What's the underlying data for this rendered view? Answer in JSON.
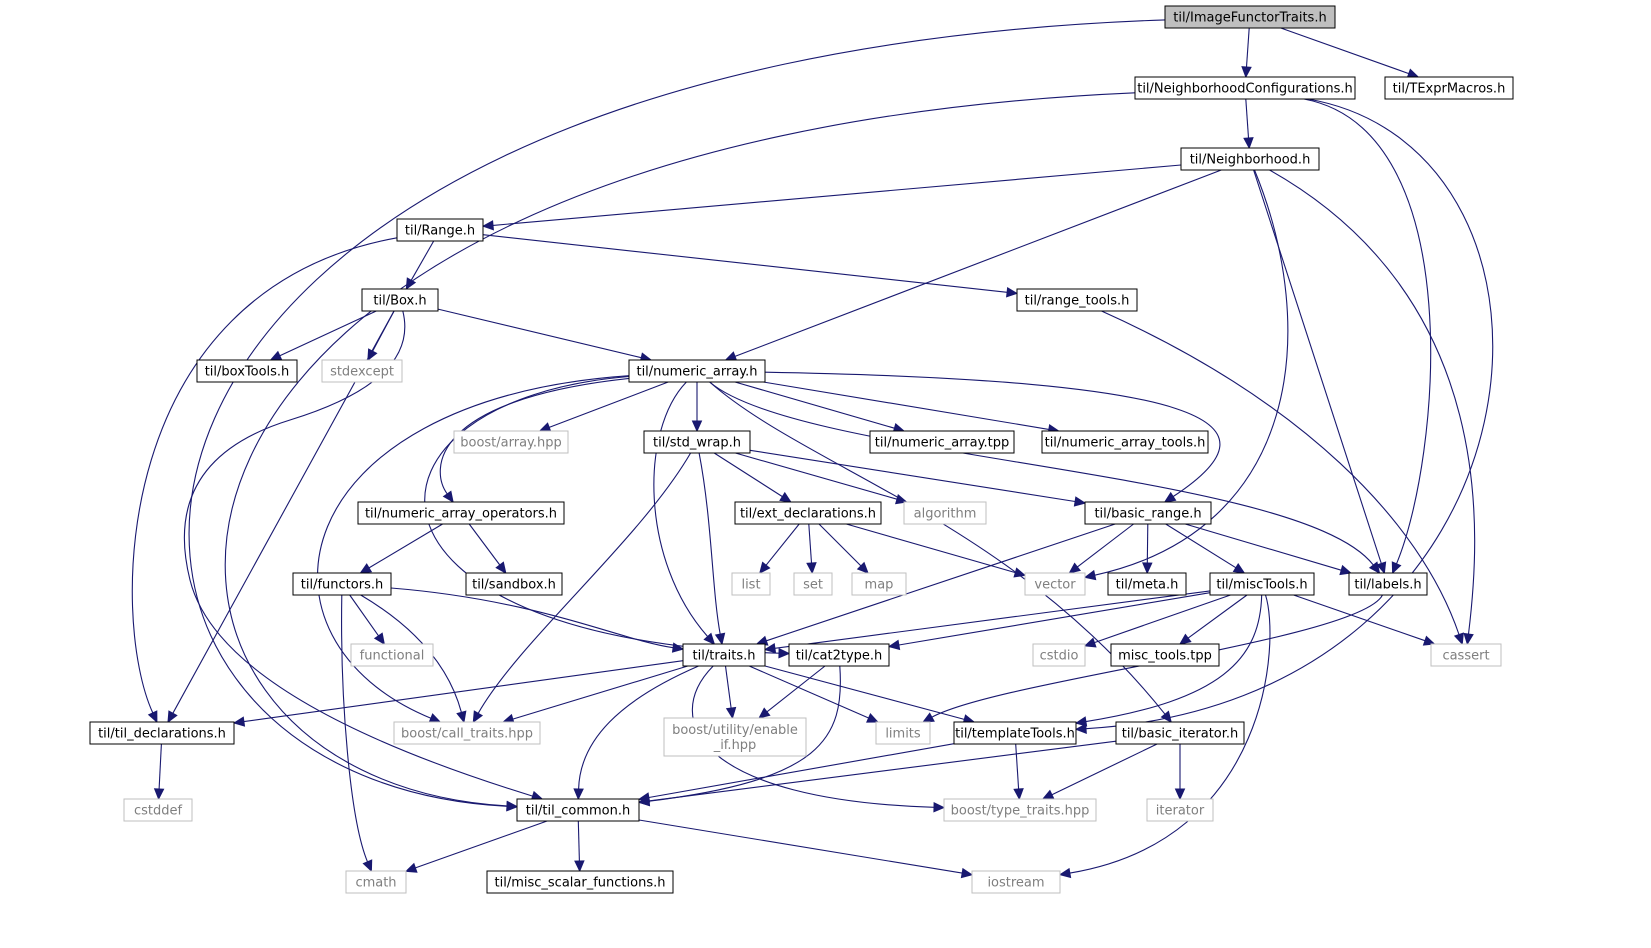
{
  "graph": {
    "title": "",
    "nodes": [
      {
        "id": "root",
        "label": "til/ImageFunctorTraits.h",
        "kind": "root"
      },
      {
        "id": "nbconf",
        "label": "til/NeighborhoodConfigurations.h",
        "kind": "header"
      },
      {
        "id": "texpr",
        "label": "til/TExprMacros.h",
        "kind": "header"
      },
      {
        "id": "nbh",
        "label": "til/Neighborhood.h",
        "kind": "header"
      },
      {
        "id": "range",
        "label": "til/Range.h",
        "kind": "header"
      },
      {
        "id": "box",
        "label": "til/Box.h",
        "kind": "header"
      },
      {
        "id": "rangetools",
        "label": "til/range_tools.h",
        "kind": "header"
      },
      {
        "id": "boxtools",
        "label": "til/boxTools.h",
        "kind": "header"
      },
      {
        "id": "stdexcept",
        "label": "stdexcept",
        "kind": "external"
      },
      {
        "id": "numarr",
        "label": "til/numeric_array.h",
        "kind": "header"
      },
      {
        "id": "boostarray",
        "label": "boost/array.hpp",
        "kind": "external"
      },
      {
        "id": "stdwrap",
        "label": "til/std_wrap.h",
        "kind": "header"
      },
      {
        "id": "numarrtpp",
        "label": "til/numeric_array.tpp",
        "kind": "header"
      },
      {
        "id": "numarrtools",
        "label": "til/numeric_array_tools.h",
        "kind": "header"
      },
      {
        "id": "numarrops",
        "label": "til/numeric_array_operators.h",
        "kind": "header"
      },
      {
        "id": "extdecl",
        "label": "til/ext_declarations.h",
        "kind": "header"
      },
      {
        "id": "algorithm",
        "label": "algorithm",
        "kind": "external"
      },
      {
        "id": "basicrange",
        "label": "til/basic_range.h",
        "kind": "header"
      },
      {
        "id": "functors",
        "label": "til/functors.h",
        "kind": "header"
      },
      {
        "id": "sandbox",
        "label": "til/sandbox.h",
        "kind": "header"
      },
      {
        "id": "list",
        "label": "list",
        "kind": "external"
      },
      {
        "id": "set",
        "label": "set",
        "kind": "external"
      },
      {
        "id": "map",
        "label": "map",
        "kind": "external"
      },
      {
        "id": "vector",
        "label": "vector",
        "kind": "external"
      },
      {
        "id": "meta",
        "label": "til/meta.h",
        "kind": "header"
      },
      {
        "id": "misctools",
        "label": "til/miscTools.h",
        "kind": "header"
      },
      {
        "id": "labels",
        "label": "til/labels.h",
        "kind": "header"
      },
      {
        "id": "functional",
        "label": "functional",
        "kind": "external"
      },
      {
        "id": "traits",
        "label": "til/traits.h",
        "kind": "header"
      },
      {
        "id": "cat2type",
        "label": "til/cat2type.h",
        "kind": "header"
      },
      {
        "id": "cstdio",
        "label": "cstdio",
        "kind": "external"
      },
      {
        "id": "misctoolstpp",
        "label": "misc_tools.tpp",
        "kind": "header"
      },
      {
        "id": "cassert",
        "label": "cassert",
        "kind": "external"
      },
      {
        "id": "tildecl",
        "label": "til/til_declarations.h",
        "kind": "header"
      },
      {
        "id": "calltraits",
        "label": "boost/call_traits.hpp",
        "kind": "external"
      },
      {
        "id": "enableif",
        "label": "boost/utility/enable\n_if.hpp",
        "kind": "external"
      },
      {
        "id": "limits",
        "label": "limits",
        "kind": "external"
      },
      {
        "id": "templatetools",
        "label": "til/templateTools.h",
        "kind": "header"
      },
      {
        "id": "basiciter",
        "label": "til/basic_iterator.h",
        "kind": "header"
      },
      {
        "id": "cstddef",
        "label": "cstddef",
        "kind": "external"
      },
      {
        "id": "tilcommon",
        "label": "til/til_common.h",
        "kind": "header"
      },
      {
        "id": "typetraits",
        "label": "boost/type_traits.hpp",
        "kind": "external"
      },
      {
        "id": "iterator",
        "label": "iterator",
        "kind": "external"
      },
      {
        "id": "cmath",
        "label": "cmath",
        "kind": "external"
      },
      {
        "id": "miscscalar",
        "label": "til/misc_scalar_functions.h",
        "kind": "header"
      },
      {
        "id": "iostream",
        "label": "iostream",
        "kind": "external"
      }
    ],
    "edges": [
      [
        "root",
        "nbconf"
      ],
      [
        "root",
        "texpr"
      ],
      [
        "root",
        "tilcommon"
      ],
      [
        "nbconf",
        "nbh"
      ],
      [
        "nbconf",
        "labels"
      ],
      [
        "nbconf",
        "templatetools"
      ],
      [
        "nbconf",
        "tilcommon"
      ],
      [
        "nbh",
        "range"
      ],
      [
        "nbh",
        "numarr"
      ],
      [
        "nbh",
        "vector"
      ],
      [
        "nbh",
        "labels"
      ],
      [
        "nbh",
        "cassert"
      ],
      [
        "range",
        "box"
      ],
      [
        "range",
        "rangetools"
      ],
      [
        "range",
        "tildecl"
      ],
      [
        "box",
        "boxtools"
      ],
      [
        "box",
        "stdexcept"
      ],
      [
        "box",
        "numarr"
      ],
      [
        "box",
        "tildecl"
      ],
      [
        "box",
        "tilcommon"
      ],
      [
        "rangetools",
        "cassert"
      ],
      [
        "numarr",
        "boostarray"
      ],
      [
        "numarr",
        "stdwrap"
      ],
      [
        "numarr",
        "numarrtpp"
      ],
      [
        "numarr",
        "numarrtools"
      ],
      [
        "numarr",
        "numarrops"
      ],
      [
        "numarr",
        "basicrange"
      ],
      [
        "numarr",
        "traits"
      ],
      [
        "numarr",
        "labels"
      ],
      [
        "numarr",
        "calltraits"
      ],
      [
        "numarr",
        "cat2type"
      ],
      [
        "numarr",
        "basiciter"
      ],
      [
        "stdwrap",
        "extdecl"
      ],
      [
        "stdwrap",
        "algorithm"
      ],
      [
        "stdwrap",
        "basicrange"
      ],
      [
        "stdwrap",
        "traits"
      ],
      [
        "stdwrap",
        "calltraits"
      ],
      [
        "numarrops",
        "functors"
      ],
      [
        "numarrops",
        "sandbox"
      ],
      [
        "extdecl",
        "list"
      ],
      [
        "extdecl",
        "set"
      ],
      [
        "extdecl",
        "map"
      ],
      [
        "extdecl",
        "vector"
      ],
      [
        "basicrange",
        "vector"
      ],
      [
        "basicrange",
        "meta"
      ],
      [
        "basicrange",
        "misctools"
      ],
      [
        "basicrange",
        "labels"
      ],
      [
        "basicrange",
        "traits"
      ],
      [
        "functors",
        "functional"
      ],
      [
        "functors",
        "calltraits"
      ],
      [
        "functors",
        "traits"
      ],
      [
        "functors",
        "cmath"
      ],
      [
        "misctools",
        "traits"
      ],
      [
        "misctools",
        "cat2type"
      ],
      [
        "misctools",
        "cstdio"
      ],
      [
        "misctools",
        "misctoolstpp"
      ],
      [
        "misctools",
        "cassert"
      ],
      [
        "misctools",
        "templatetools"
      ],
      [
        "misctools",
        "iostream"
      ],
      [
        "labels",
        "limits"
      ],
      [
        "traits",
        "tildecl"
      ],
      [
        "traits",
        "calltraits"
      ],
      [
        "traits",
        "enableif"
      ],
      [
        "traits",
        "limits"
      ],
      [
        "traits",
        "templatetools"
      ],
      [
        "traits",
        "tilcommon"
      ],
      [
        "traits",
        "typetraits"
      ],
      [
        "cat2type",
        "enableif"
      ],
      [
        "cat2type",
        "tilcommon"
      ],
      [
        "tildecl",
        "cstddef"
      ],
      [
        "templatetools",
        "typetraits"
      ],
      [
        "templatetools",
        "tilcommon"
      ],
      [
        "basiciter",
        "tilcommon"
      ],
      [
        "basiciter",
        "typetraits"
      ],
      [
        "basiciter",
        "iterator"
      ],
      [
        "tilcommon",
        "cmath"
      ],
      [
        "tilcommon",
        "miscscalar"
      ],
      [
        "tilcommon",
        "iostream"
      ]
    ]
  },
  "colors": {
    "edge": "#191970",
    "root_fill": "#bfbfbf",
    "header_stroke": "#000000",
    "external_stroke": "#bfbfbf",
    "external_text": "#7f7f7f"
  }
}
